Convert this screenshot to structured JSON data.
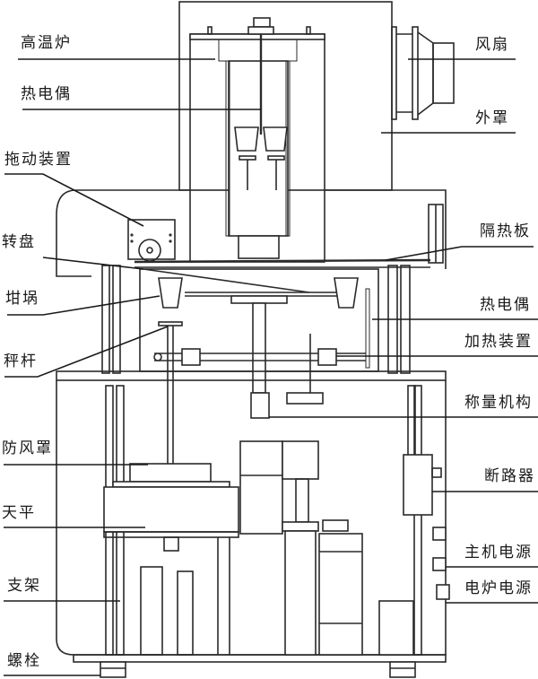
{
  "diagram": {
    "title": "",
    "type": "apparatus-schematic",
    "colors": {
      "line": "#1a1a1a",
      "insulation-hatch": "#9a9a9a",
      "background": "#ffffff"
    },
    "labels_left": [
      {
        "id": "furnace",
        "text": "高温炉"
      },
      {
        "id": "thermocouple-top",
        "text": "热电偶"
      },
      {
        "id": "drive-device",
        "text": "拖动装置"
      },
      {
        "id": "turntable",
        "text": "转盘"
      },
      {
        "id": "crucible",
        "text": "坩埚"
      },
      {
        "id": "weighing-rod",
        "text": "秤杆"
      },
      {
        "id": "draft-shield",
        "text": "防风罩"
      },
      {
        "id": "balance",
        "text": "天平"
      },
      {
        "id": "bracket",
        "text": "支架"
      },
      {
        "id": "bolt",
        "text": "螺栓"
      }
    ],
    "labels_right": [
      {
        "id": "fan",
        "text": "风扇"
      },
      {
        "id": "outer-cover",
        "text": "外罩"
      },
      {
        "id": "heat-shield",
        "text": "隔热板"
      },
      {
        "id": "thermocouple-mid",
        "text": "热电偶"
      },
      {
        "id": "heating-device",
        "text": "加热装置"
      },
      {
        "id": "weighing-mechanism",
        "text": "称量机构"
      },
      {
        "id": "circuit-breaker",
        "text": "断路器"
      },
      {
        "id": "main-power",
        "text": "主机电源"
      },
      {
        "id": "furnace-power",
        "text": "电炉电源"
      }
    ]
  }
}
